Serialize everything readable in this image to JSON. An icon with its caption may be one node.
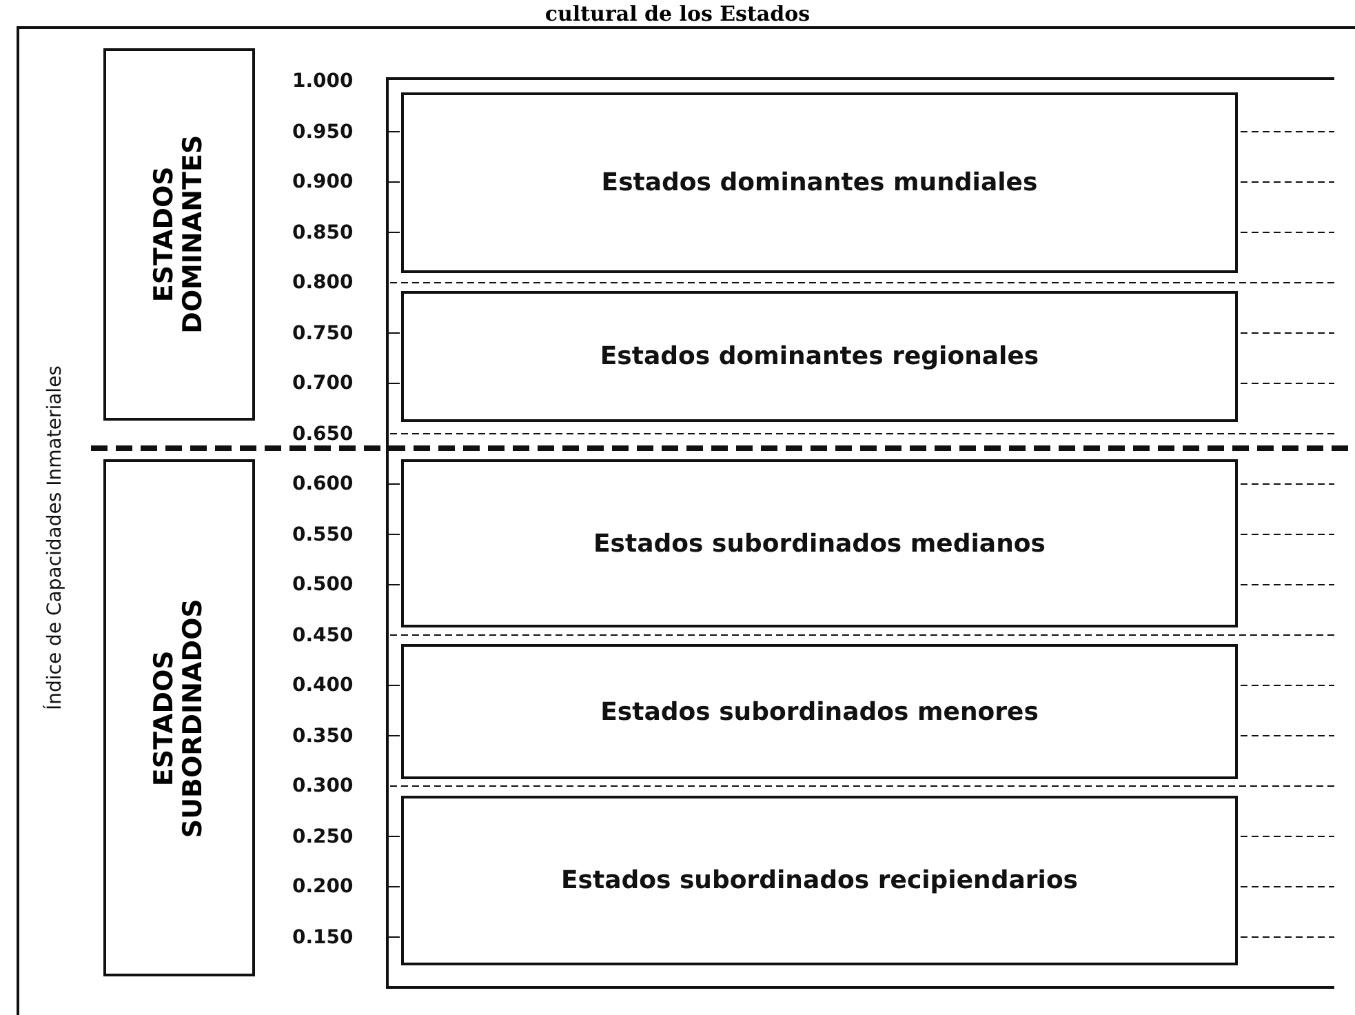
{
  "diagram": {
    "title": "cultural de los Estados",
    "nodes": [
      {
        "text": [
          "ESTADOS DOMINANTES"
        ]
      },
      {
        "text": [
          "ESTADOS SUBORDINADOS"
        ]
      },
      {
        "text": [
          "Estados dominantes mundiales"
        ]
      },
      {
        "text": [
          "Estados dominantes regionales"
        ]
      },
      {
        "text": [
          "Estados subordinados medianos"
        ]
      },
      {
        "text": [
          "Estados subordinados menores"
        ]
      },
      {
        "text": [
          "Estados subordinados recipiendarios"
        ]
      }
    ],
    "edges": [],
    "labels": [
      "Índice de Capacidades Inmateriales",
      "1.000",
      "0.950",
      "0.900",
      "0.850",
      "0.800",
      "0.750",
      "0.700",
      "0.650",
      "0.600",
      "0.550",
      "0.500",
      "0.450",
      "0.400",
      "0.350",
      "0.300",
      "0.250",
      "0.200",
      "0.150"
    ]
  }
}
